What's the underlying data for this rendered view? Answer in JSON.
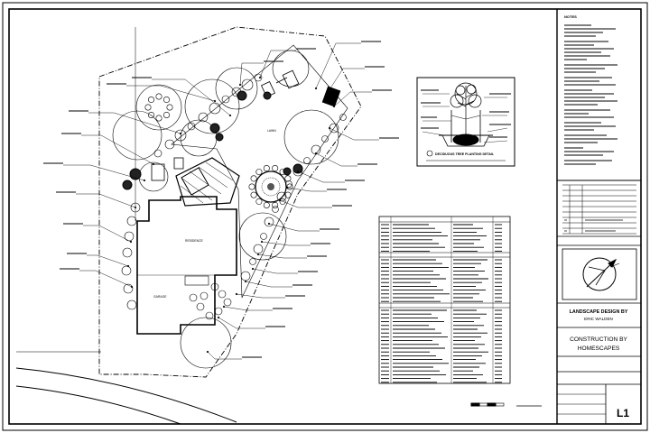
{
  "title_block": {
    "design_title": "LANDSCAPE DESIGN BY",
    "designer": "ERIC WALDEN",
    "company_line1": "CONSTRUCTION BY",
    "company_line2": "HOMESCAPES",
    "sheet_number": "L1"
  },
  "notes": {
    "header": "NOTES"
  },
  "detail": {
    "caption": "DECIDUOUS TREE PLANTING DETAIL"
  },
  "plan_labels": {
    "residence": "RESIDENCE",
    "garage": "GARAGE"
  }
}
